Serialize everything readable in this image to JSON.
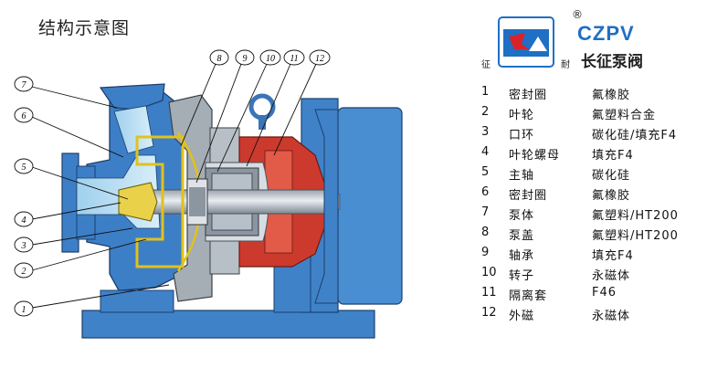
{
  "title": "结构示意图",
  "brand": {
    "name_en": "CZPV",
    "registered": "®",
    "name_cn": "长征泵阀",
    "side_left": "征",
    "side_right": "耐",
    "colors": {
      "blue": "#1f6fc4",
      "red": "#d9232a"
    }
  },
  "callouts": [
    "7",
    "6",
    "5",
    "4",
    "3",
    "2",
    "1",
    "8",
    "9",
    "10",
    "11",
    "12"
  ],
  "parts": [
    {
      "no": "1",
      "name": "密封圈",
      "material": "氟橡胶"
    },
    {
      "no": "2",
      "name": "叶轮",
      "material": "氟塑料合金"
    },
    {
      "no": "3",
      "name": "口环",
      "material": "碳化硅/填充F4"
    },
    {
      "no": "4",
      "name": "叶轮螺母",
      "material": "填充F4"
    },
    {
      "no": "5",
      "name": "主轴",
      "material": "碳化硅"
    },
    {
      "no": "6",
      "name": "密封圈",
      "material": "氟橡胶"
    },
    {
      "no": "7",
      "name": "泵体",
      "material": "氟塑料/HT200"
    },
    {
      "no": "8",
      "name": "泵盖",
      "material": "氟塑料/HT200"
    },
    {
      "no": "9",
      "name": "轴承",
      "material": "填充F4"
    },
    {
      "no": "10",
      "name": "转子",
      "material": "永磁体"
    },
    {
      "no": "11",
      "name": "隔离套",
      "material": "F46"
    },
    {
      "no": "12",
      "name": "外磁",
      "material": "永磁体"
    }
  ]
}
